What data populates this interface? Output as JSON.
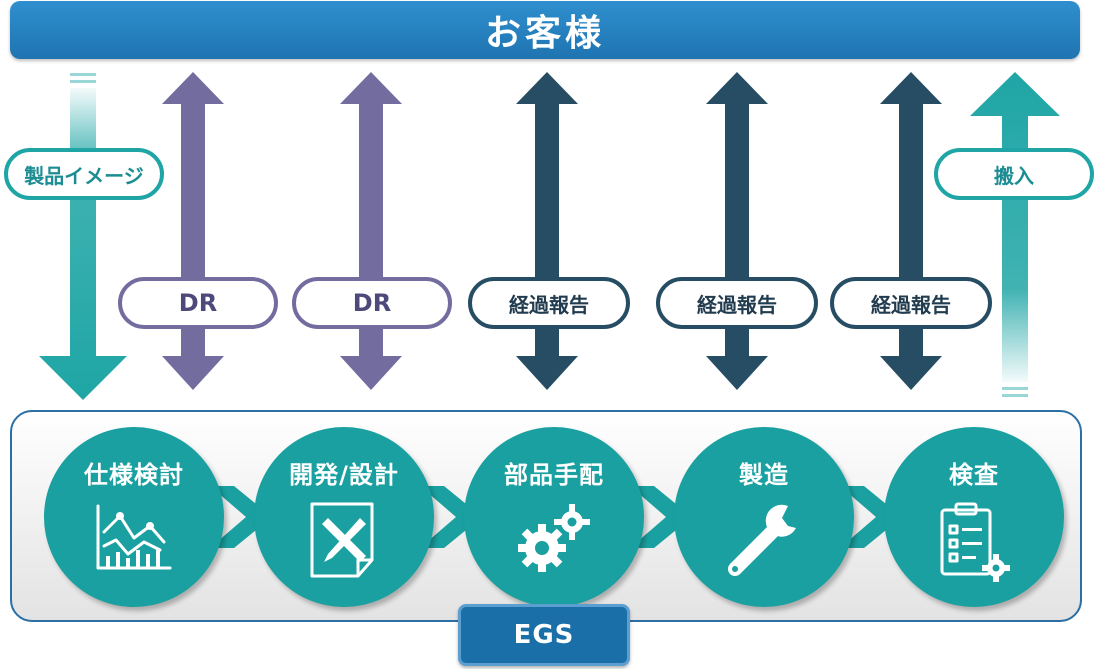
{
  "customer": {
    "label": "お客様"
  },
  "flows": {
    "product_image": "製品イメージ",
    "dr_1": "DR",
    "dr_2": "DR",
    "report_1": "経過報告",
    "report_2": "経過報告",
    "report_3": "経過報告",
    "delivery": "搬入"
  },
  "steps": [
    {
      "label": "仕様検討",
      "icon": "line-chart-icon"
    },
    {
      "label": "開発/設計",
      "icon": "pencil-ruler-icon"
    },
    {
      "label": "部品手配",
      "icon": "gears-icon"
    },
    {
      "label": "製造",
      "icon": "wrench-icon"
    },
    {
      "label": "検査",
      "icon": "checklist-icon"
    }
  ],
  "company": {
    "label": "EGS"
  },
  "colors": {
    "customer_bar": "#2384c3",
    "teal": "#1fa5a5",
    "purple": "#726d9e",
    "navy": "#264d63",
    "step_circle": "#1aa0a0"
  }
}
